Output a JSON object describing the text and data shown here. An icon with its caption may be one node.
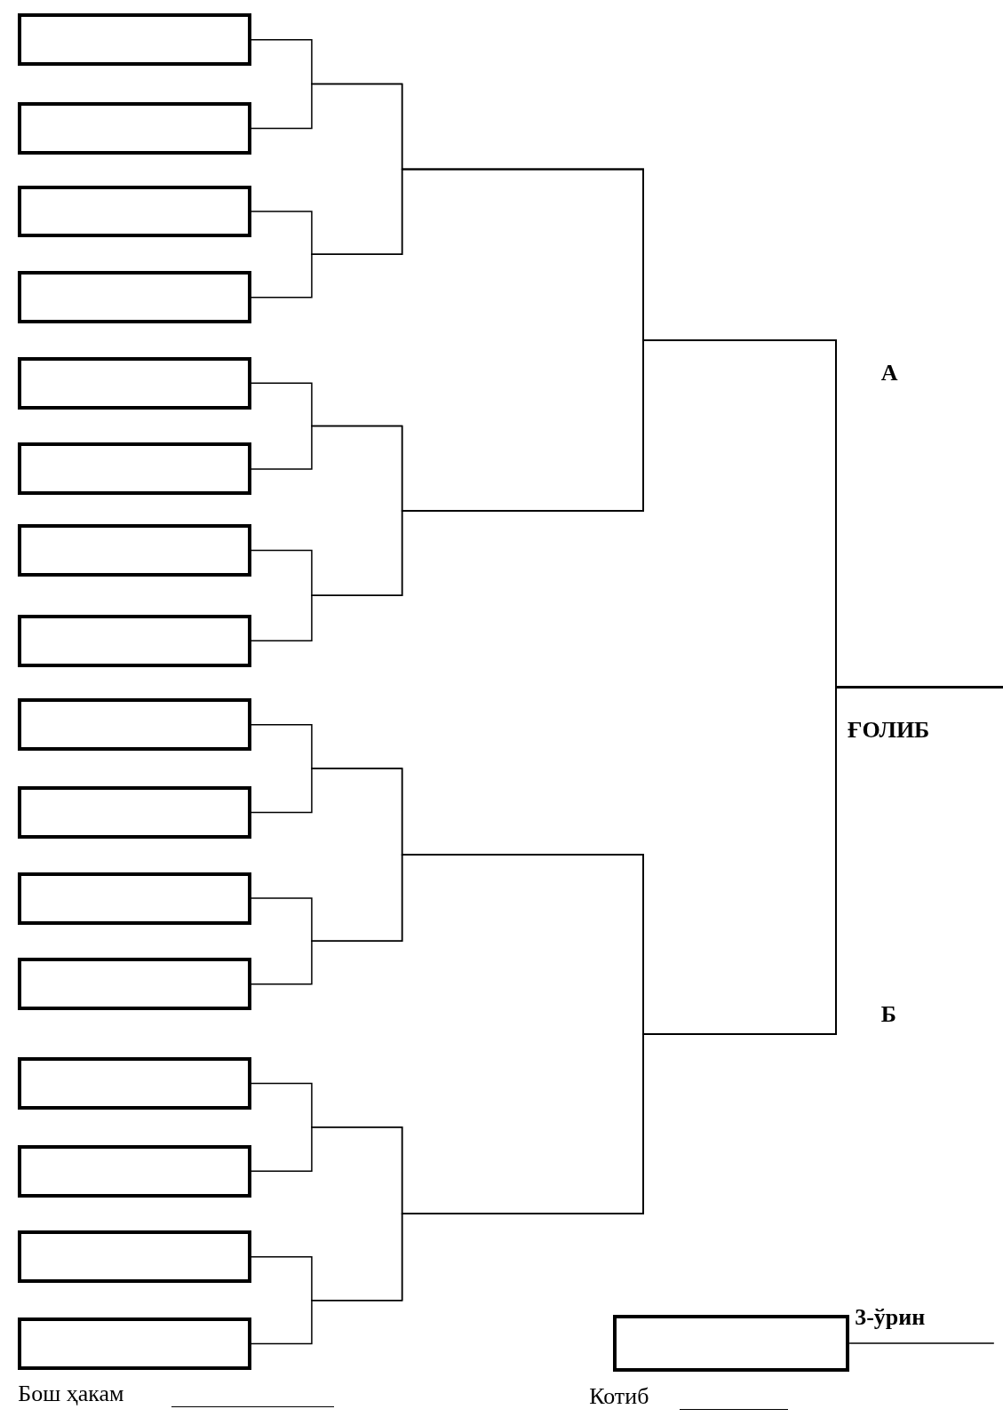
{
  "diagram": {
    "nodes": [
      {
        "text": [],
        "shape": "box"
      },
      {
        "text": [],
        "shape": "box"
      },
      {
        "text": [],
        "shape": "box"
      },
      {
        "text": [],
        "shape": "box"
      },
      {
        "text": [],
        "shape": "box"
      },
      {
        "text": [],
        "shape": "box"
      },
      {
        "text": [],
        "shape": "box"
      },
      {
        "text": [],
        "shape": "box"
      },
      {
        "text": [],
        "shape": "box"
      },
      {
        "text": [],
        "shape": "box"
      },
      {
        "text": [],
        "shape": "box"
      },
      {
        "text": [],
        "shape": "box"
      },
      {
        "text": [],
        "shape": "box"
      },
      {
        "text": [],
        "shape": "box"
      },
      {
        "text": [],
        "shape": "box"
      },
      {
        "text": [],
        "shape": "box"
      },
      {
        "text": [],
        "shape": "box",
        "beside": [
          "3-ўрин"
        ]
      }
    ],
    "edges": [
      {
        "from": 0,
        "to": null,
        "arrow": "none"
      },
      {
        "from": 1,
        "to": null,
        "arrow": "none"
      },
      {
        "from": 2,
        "to": null,
        "arrow": "none"
      },
      {
        "from": 3,
        "to": null,
        "arrow": "none"
      },
      {
        "from": 4,
        "to": null,
        "arrow": "none"
      },
      {
        "from": 5,
        "to": null,
        "arrow": "none"
      },
      {
        "from": 6,
        "to": null,
        "arrow": "none"
      },
      {
        "from": 7,
        "to": null,
        "arrow": "none"
      },
      {
        "from": 8,
        "to": null,
        "arrow": "none"
      },
      {
        "from": 9,
        "to": null,
        "arrow": "none"
      },
      {
        "from": 10,
        "to": null,
        "arrow": "none"
      },
      {
        "from": 11,
        "to": null,
        "arrow": "none"
      },
      {
        "from": 12,
        "to": null,
        "arrow": "none"
      },
      {
        "from": 13,
        "to": null,
        "arrow": "none"
      },
      {
        "from": 14,
        "to": null,
        "arrow": "none"
      },
      {
        "from": 15,
        "to": null,
        "arrow": "none"
      },
      {
        "from": 16,
        "to": null,
        "arrow": "none"
      }
    ],
    "labels": [
      "А",
      "ҒОЛИБ",
      "Б",
      "Бош ҳакам",
      "Котиб"
    ]
  }
}
